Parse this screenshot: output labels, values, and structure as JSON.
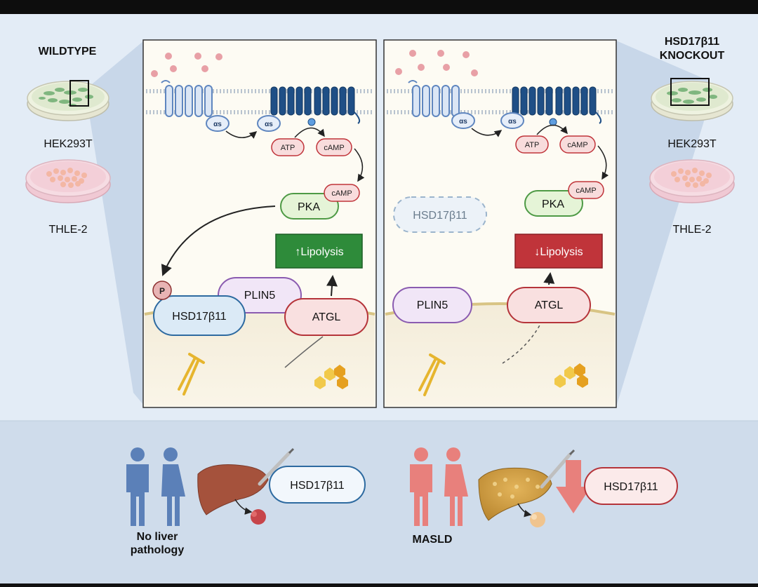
{
  "wildtype": {
    "title": "WILDTYPE",
    "cell_line_1": "HEK293T",
    "cell_line_2": "THLE-2"
  },
  "knockout": {
    "title_line1": "HSD17β11",
    "title_line2": "KNOCKOUT",
    "cell_line_1": "HEK293T",
    "cell_line_2": "THLE-2"
  },
  "left_panel": {
    "alpha_1": "αs",
    "alpha_2": "αs",
    "atp": "ATP",
    "camp": "cAMP",
    "pka": "PKA",
    "pka_camp": "cAMP",
    "lipolysis": "↑Lipolysis",
    "phospho": "P",
    "plin5": "PLIN5",
    "hsd": "HSD17β11",
    "atgl": "ATGL"
  },
  "right_panel": {
    "alpha_1": "αs",
    "alpha_2": "αs",
    "atp": "ATP",
    "camp": "cAMP",
    "pka": "PKA",
    "pka_camp": "cAMP",
    "lipolysis": "↓Lipolysis",
    "hsd_absent": "HSD17β11",
    "plin5": "PLIN5",
    "atgl": "ATGL"
  },
  "bottom": {
    "healthy_label_1": "No liver",
    "healthy_label_2": "pathology",
    "healthy_hsd": "HSD17β11",
    "masld_label": "MASLD",
    "masld_hsd": "HSD17β11"
  },
  "colors": {
    "receptor_dark": "#1f4f86",
    "receptor_light": "#5f86bf",
    "up_green": "#2e8b3a",
    "down_red": "#c0343a",
    "atgl_border": "#b5343a",
    "pka_border": "#4e9a45",
    "plin5_border": "#8a5bb0",
    "hsd_border": "#2d6aa0",
    "people_blue": "#5b80b8",
    "people_red": "#e8807c"
  }
}
